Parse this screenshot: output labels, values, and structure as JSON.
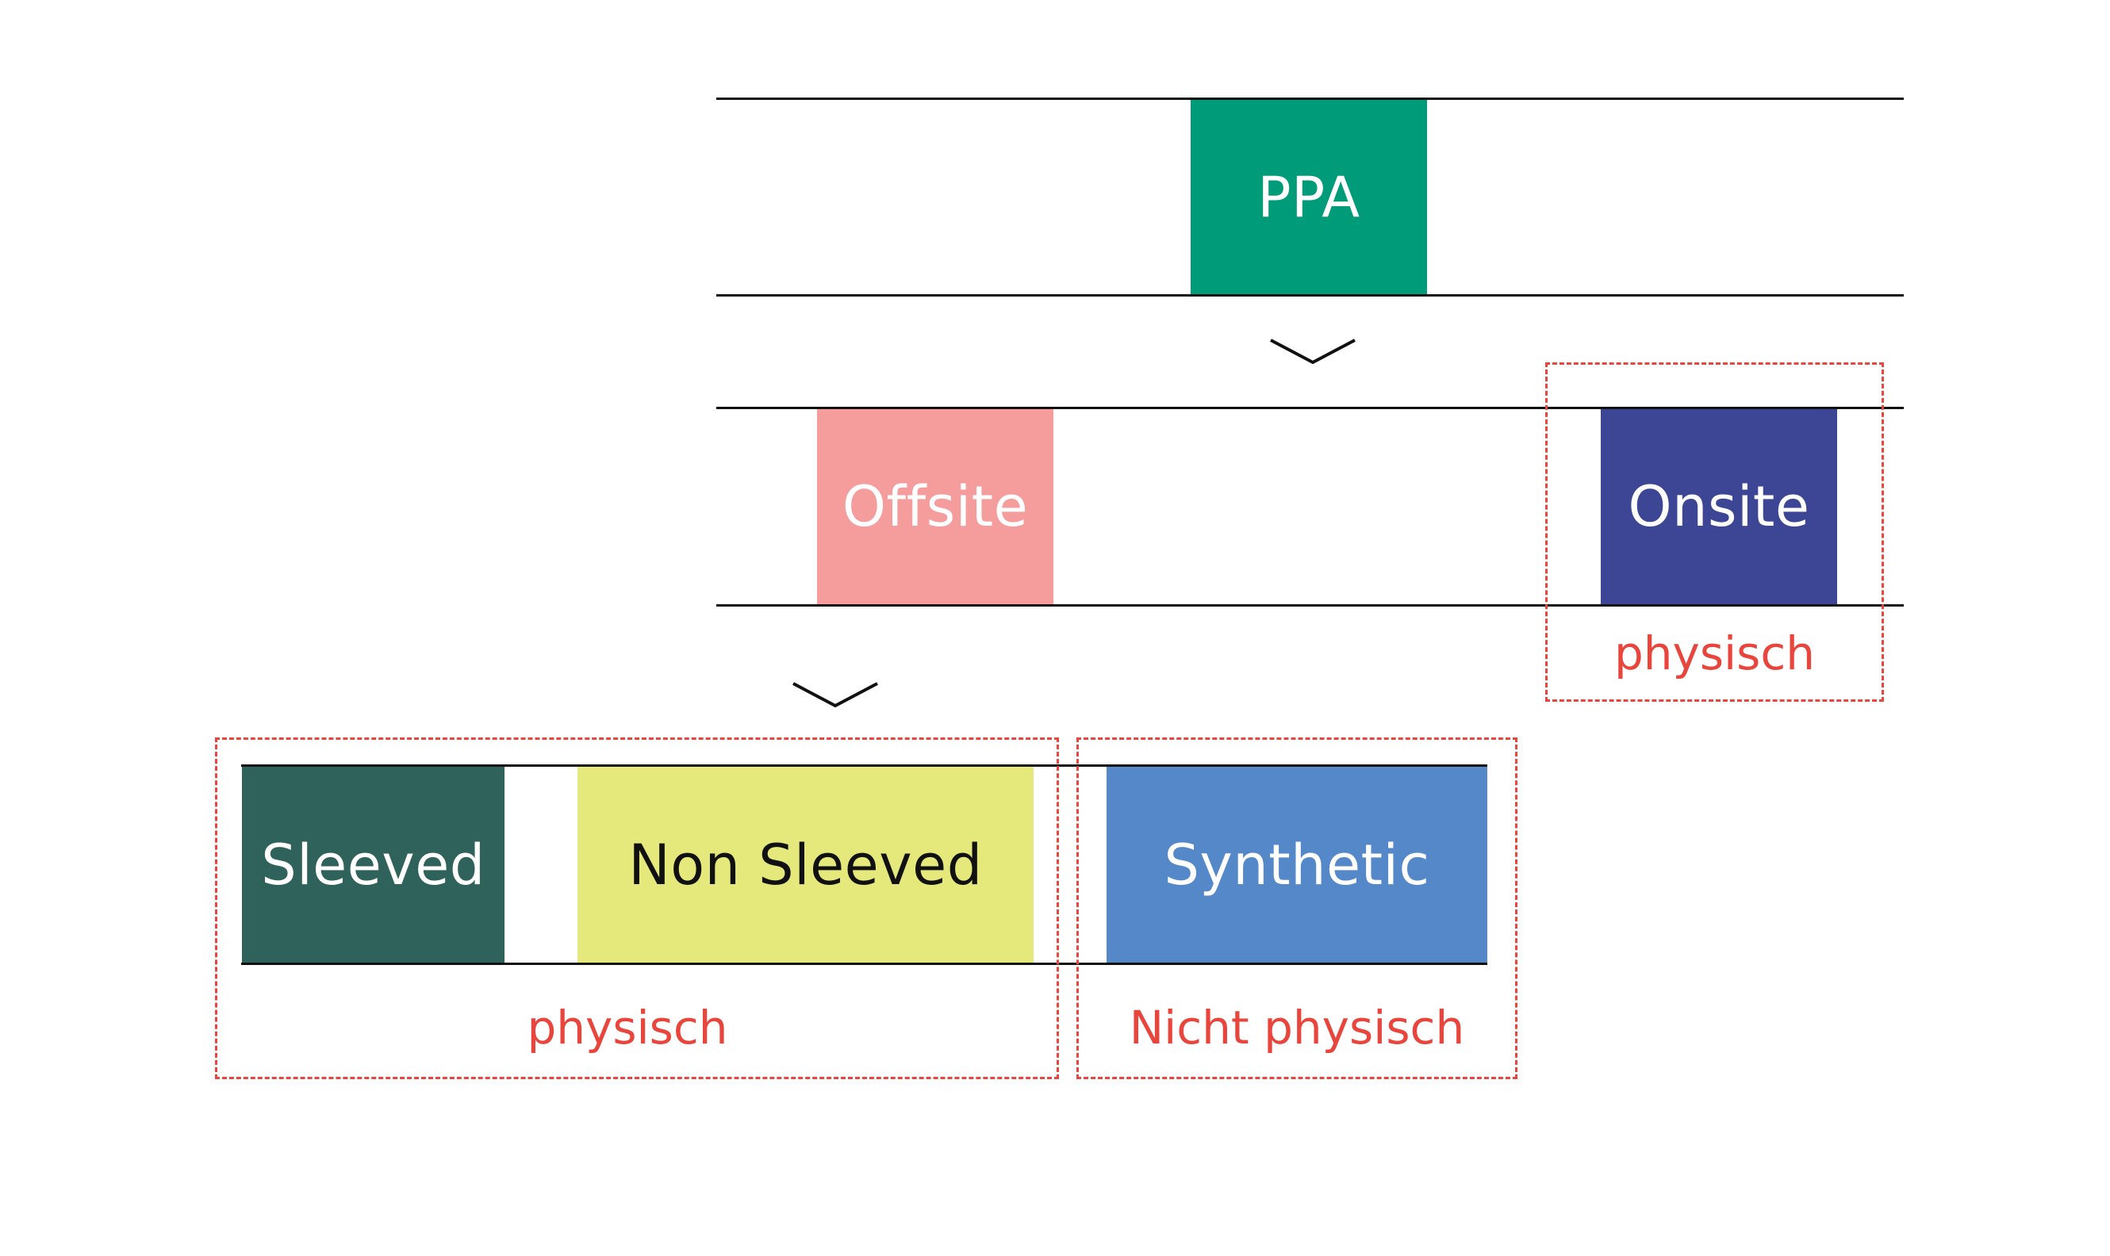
{
  "colors": {
    "ppa": "#009b79",
    "offsite": "#f49d9c",
    "onsite": "#3d4595",
    "sleeved": "#2e625a",
    "non_sleeved": "#e5e87b",
    "synthetic": "#5588c8",
    "dashed_border": "#e8453c",
    "line": "#111111"
  },
  "level1": {
    "ppa": {
      "label": "PPA"
    }
  },
  "level2": {
    "offsite": {
      "label": "Offsite"
    },
    "onsite": {
      "label": "Onsite"
    },
    "onsite_group_label": "physisch"
  },
  "level3": {
    "sleeved": {
      "label": "Sleeved"
    },
    "non_sleeved": {
      "label": "Non Sleeved"
    },
    "synthetic": {
      "label": "Synthetic"
    },
    "physical_group_label": "physisch",
    "nonphysical_group_label": "Nicht physisch"
  }
}
